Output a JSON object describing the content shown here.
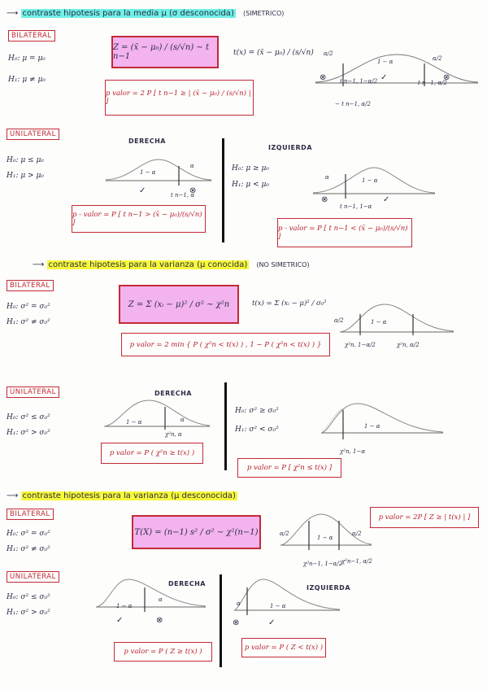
{
  "sections": {
    "s1": {
      "heading": "contraste hipotesis para la media μ (σ desconocida)",
      "tag_note": "(SIMETRICO)",
      "bilateral": {
        "tag": "BILATERAL",
        "h0": "H₀: μ = μ₀",
        "h1": "H₁: μ ≠ μ₀",
        "formula": "Z = (x̄ − μ₀) / (s/√n) ∼ t n−1",
        "tx": "t(x) = (x̄ − μ₀) / (s/√n)",
        "pvalue": "p valor = 2 P [ t n−1 ≥ | (x̄ − μ₀) / (s/√n) | ]",
        "curve_labels": {
          "alpha_left": "α/2",
          "center": "1 − α",
          "alpha_right": "α/2",
          "crit_left": "t n−1, 1−α/2",
          "crit_right": "t n−1, α/2",
          "below": "− t n−1, α/2"
        }
      },
      "unilateral": {
        "tag": "UNILATERAL",
        "right_title": "DERECHA",
        "left_title": "IZQUIERDA",
        "right_h0": "H₀: μ ≤ μ₀",
        "right_h1": "H₁: μ > μ₀",
        "left_h0": "H₀: μ ≥ μ₀",
        "left_h1": "H₁: μ < μ₀",
        "right_center": "1 − α",
        "right_alpha": "α",
        "right_crit": "t n−1, α",
        "left_center": "1 − α",
        "left_alpha": "α",
        "left_crit": "t n−1, 1−α",
        "right_pvalue": "p - valor = P [ t n−1 > (x̄ − μ₀)/(s/√n) ]",
        "left_pvalue": "p - valor = P [ t n−1 < (x̄ − μ₀)/(s/√n) ]"
      }
    },
    "s2": {
      "heading": "contraste hipotesis para la varianza (μ conocida)",
      "tag_note": "(NO SIMETRICO)",
      "bilateral": {
        "tag": "BILATERAL",
        "h0": "H₀: σ² = σ₀²",
        "h1": "H₁: σ² ≠ σ₀²",
        "formula": "Z = Σ (xᵢ − μ)² / σ² ∼ χ²n",
        "tx": "t(x) = Σ (xᵢ − μ)² / σ₀²",
        "pvalue": "p valor = 2 min { P ( χ²n < t(x) ) , 1 − P ( χ²n < t(x) ) }",
        "alpha_left": "α/2",
        "center": "1 − α",
        "crit_left": "χ²n, 1−α/2",
        "crit_right": "χ²n, α/2"
      },
      "unilateral": {
        "tag": "UNILATERAL",
        "h0_right": "H₀: σ² ≤ σ₀²",
        "h1_right": "H₁: σ² > σ₀²",
        "right_title": "DERECHA",
        "right_center": "1 − α",
        "right_alpha": "α",
        "right_crit": "χ²n, α",
        "right_pvalue": "p valor = P ( χ²n ≥ t(x) )",
        "h0_left": "H₀: σ² ≥ σ₀²",
        "h1_left": "H₁: σ² < σ₀²",
        "left_center": "1 − α",
        "left_crit": "χ²n, 1−α",
        "left_pvalue": "p valor = P [ χ²n ≤ t(x) ]"
      }
    },
    "s3": {
      "heading": "contraste hipotesis para la varianza (μ desconocida)",
      "bilateral": {
        "tag": "BILATERAL",
        "h0": "H₀: σ² = σ₀²",
        "h1": "H₁: σ² ≠ σ₀²",
        "formula": "T(X) = (n−1) s² / σ² ∼ χ²(n−1)",
        "alpha_left": "α/2",
        "center": "1 − α",
        "alpha_right": "α/2",
        "crit_left": "χ²n−1, 1−α/2",
        "crit_right": "χ²n−1, α/2",
        "pvalue": "p valor = 2P [ Z ≥ | t(x) | ]"
      },
      "unilateral": {
        "tag": "UNILATERAL",
        "h0": "H₀: σ² ≤ σ₀²",
        "h1": "H₁: σ² > σ₀²",
        "right_title": "DERECHA",
        "left_title": "IZQUIERDA",
        "right_center": "1 − α",
        "right_alpha": "α",
        "left_alpha": "α",
        "left_center": "1 − α",
        "right_pvalue": "p valor = P ( Z ≥ t(x) )",
        "left_pvalue": "p valor = P ( Z < t(x) )"
      }
    }
  },
  "marks": {
    "accept": "✓",
    "reject": "⊗"
  },
  "colors": {
    "ink": "#2b2b44",
    "red": "#c32a36",
    "pink": "#f3b3ef",
    "cyan": "#6ff0e6",
    "yellow": "#f6f83a"
  }
}
